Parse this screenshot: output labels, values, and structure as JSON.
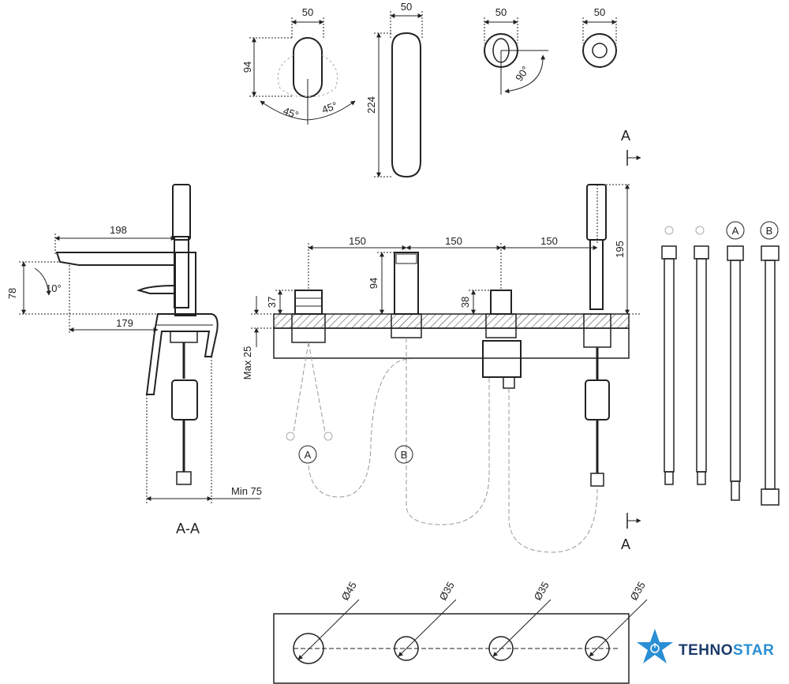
{
  "top_views": {
    "widths": [
      "50",
      "50",
      "50",
      "50"
    ],
    "lever_height": "94",
    "lever_angle_left": "45°",
    "lever_angle_right": "45°",
    "spout_length": "224",
    "knob_angle": "90°"
  },
  "section": {
    "label": "A-A",
    "reach": "198",
    "height": "78",
    "angle": "10°",
    "deck_reach": "179",
    "min_clearance": "Min 75"
  },
  "front": {
    "spacing": [
      "150",
      "150",
      "150"
    ],
    "lever_height": "37",
    "spout_height": "94",
    "diverter_height": "38",
    "shower_height": "195",
    "max_deck": "Max 25",
    "section_mark_top": "A",
    "section_mark_bottom": "A",
    "hose_labels": [
      "A",
      "B"
    ]
  },
  "hoses": {
    "labels": [
      "A",
      "B"
    ]
  },
  "deck_plate": {
    "diameters": [
      "Ø45",
      "Ø35",
      "Ø35",
      "Ø35"
    ]
  },
  "brand": {
    "name_part1": "TEHNO",
    "name_part2": "STAR",
    "color_blue": "#2a8fd4",
    "color_dark": "#1b3a6b"
  }
}
